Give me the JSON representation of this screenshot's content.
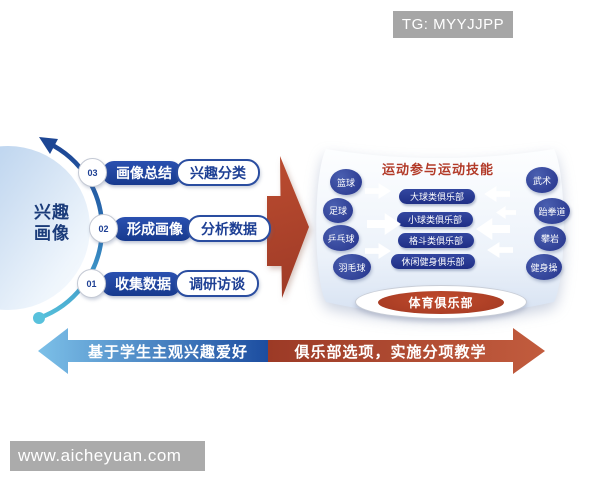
{
  "watermarks": {
    "tg_badge": "TG: MYYJJPP",
    "site": "www.aicheyuan.com"
  },
  "left_flow": {
    "label": "兴趣画像",
    "label_lines": [
      "兴趣",
      "画像"
    ],
    "steps": [
      {
        "num": "01",
        "action": "收集数据",
        "method": "调研访谈"
      },
      {
        "num": "02",
        "action": "形成画像",
        "method": "分析数据"
      },
      {
        "num": "03",
        "action": "画像总结",
        "method": "兴趣分类"
      }
    ]
  },
  "right_panel": {
    "title": "运动参与运动技能",
    "left_sports": [
      "篮球",
      "足球",
      "乒乓球",
      "羽毛球"
    ],
    "right_sports": [
      "武术",
      "跆拳道",
      "攀岩",
      "健身操"
    ],
    "clubs": [
      "大球类俱乐部",
      "小球类俱乐部",
      "格斗类俱乐部",
      "休闲健身俱乐部"
    ],
    "bottom_label": "体育俱乐部"
  },
  "bottom_axis": {
    "left_label": "基于学生主观兴趣爱好",
    "right_label": "俱乐部选项，实施分项教学"
  },
  "colors": {
    "accent_blue": "#1d4296",
    "accent_red": "#b0402a",
    "teal": "#55bfda",
    "panel_fill": "#e3ebf7",
    "axis_blue_tip": "#7cc0e8",
    "axis_blue_deep": "#1c4da0",
    "axis_red_deep": "#9c3a26",
    "axis_red_tip": "#c25c3e"
  }
}
